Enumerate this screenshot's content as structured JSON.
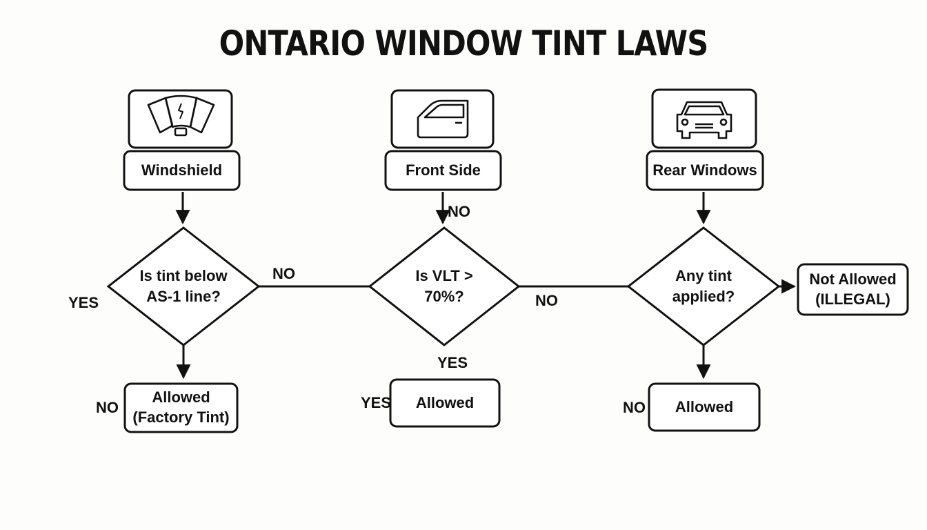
{
  "title": "ONTARIO WINDOW TINT LAWS",
  "icons": {
    "windshield": "windshield-icon",
    "front_side": "car-door-icon",
    "rear": "car-front-icon"
  },
  "columns": [
    {
      "category": "Windshield",
      "question_line1": "Is tint below",
      "question_line2": "AS-1 line?",
      "left_label": "YES",
      "right_label": "NO",
      "outcome_label": "NO",
      "outcome_line1": "Allowed",
      "outcome_line2": "(Factory Tint)"
    },
    {
      "category": "Front Side",
      "top_label": "NO",
      "question_line1": "Is VLT >",
      "question_line2": "70%?",
      "right_label": "NO",
      "below_label": "YES",
      "outcome_label": "YES",
      "outcome_line1": "Allowed"
    },
    {
      "category": "Rear Windows",
      "question_line1": "Any tint",
      "question_line2": "applied?",
      "outcome_label": "NO",
      "outcome_line1": "Allowed",
      "side_line1": "Not Allowed",
      "side_line2": "(ILLEGAL)"
    }
  ]
}
